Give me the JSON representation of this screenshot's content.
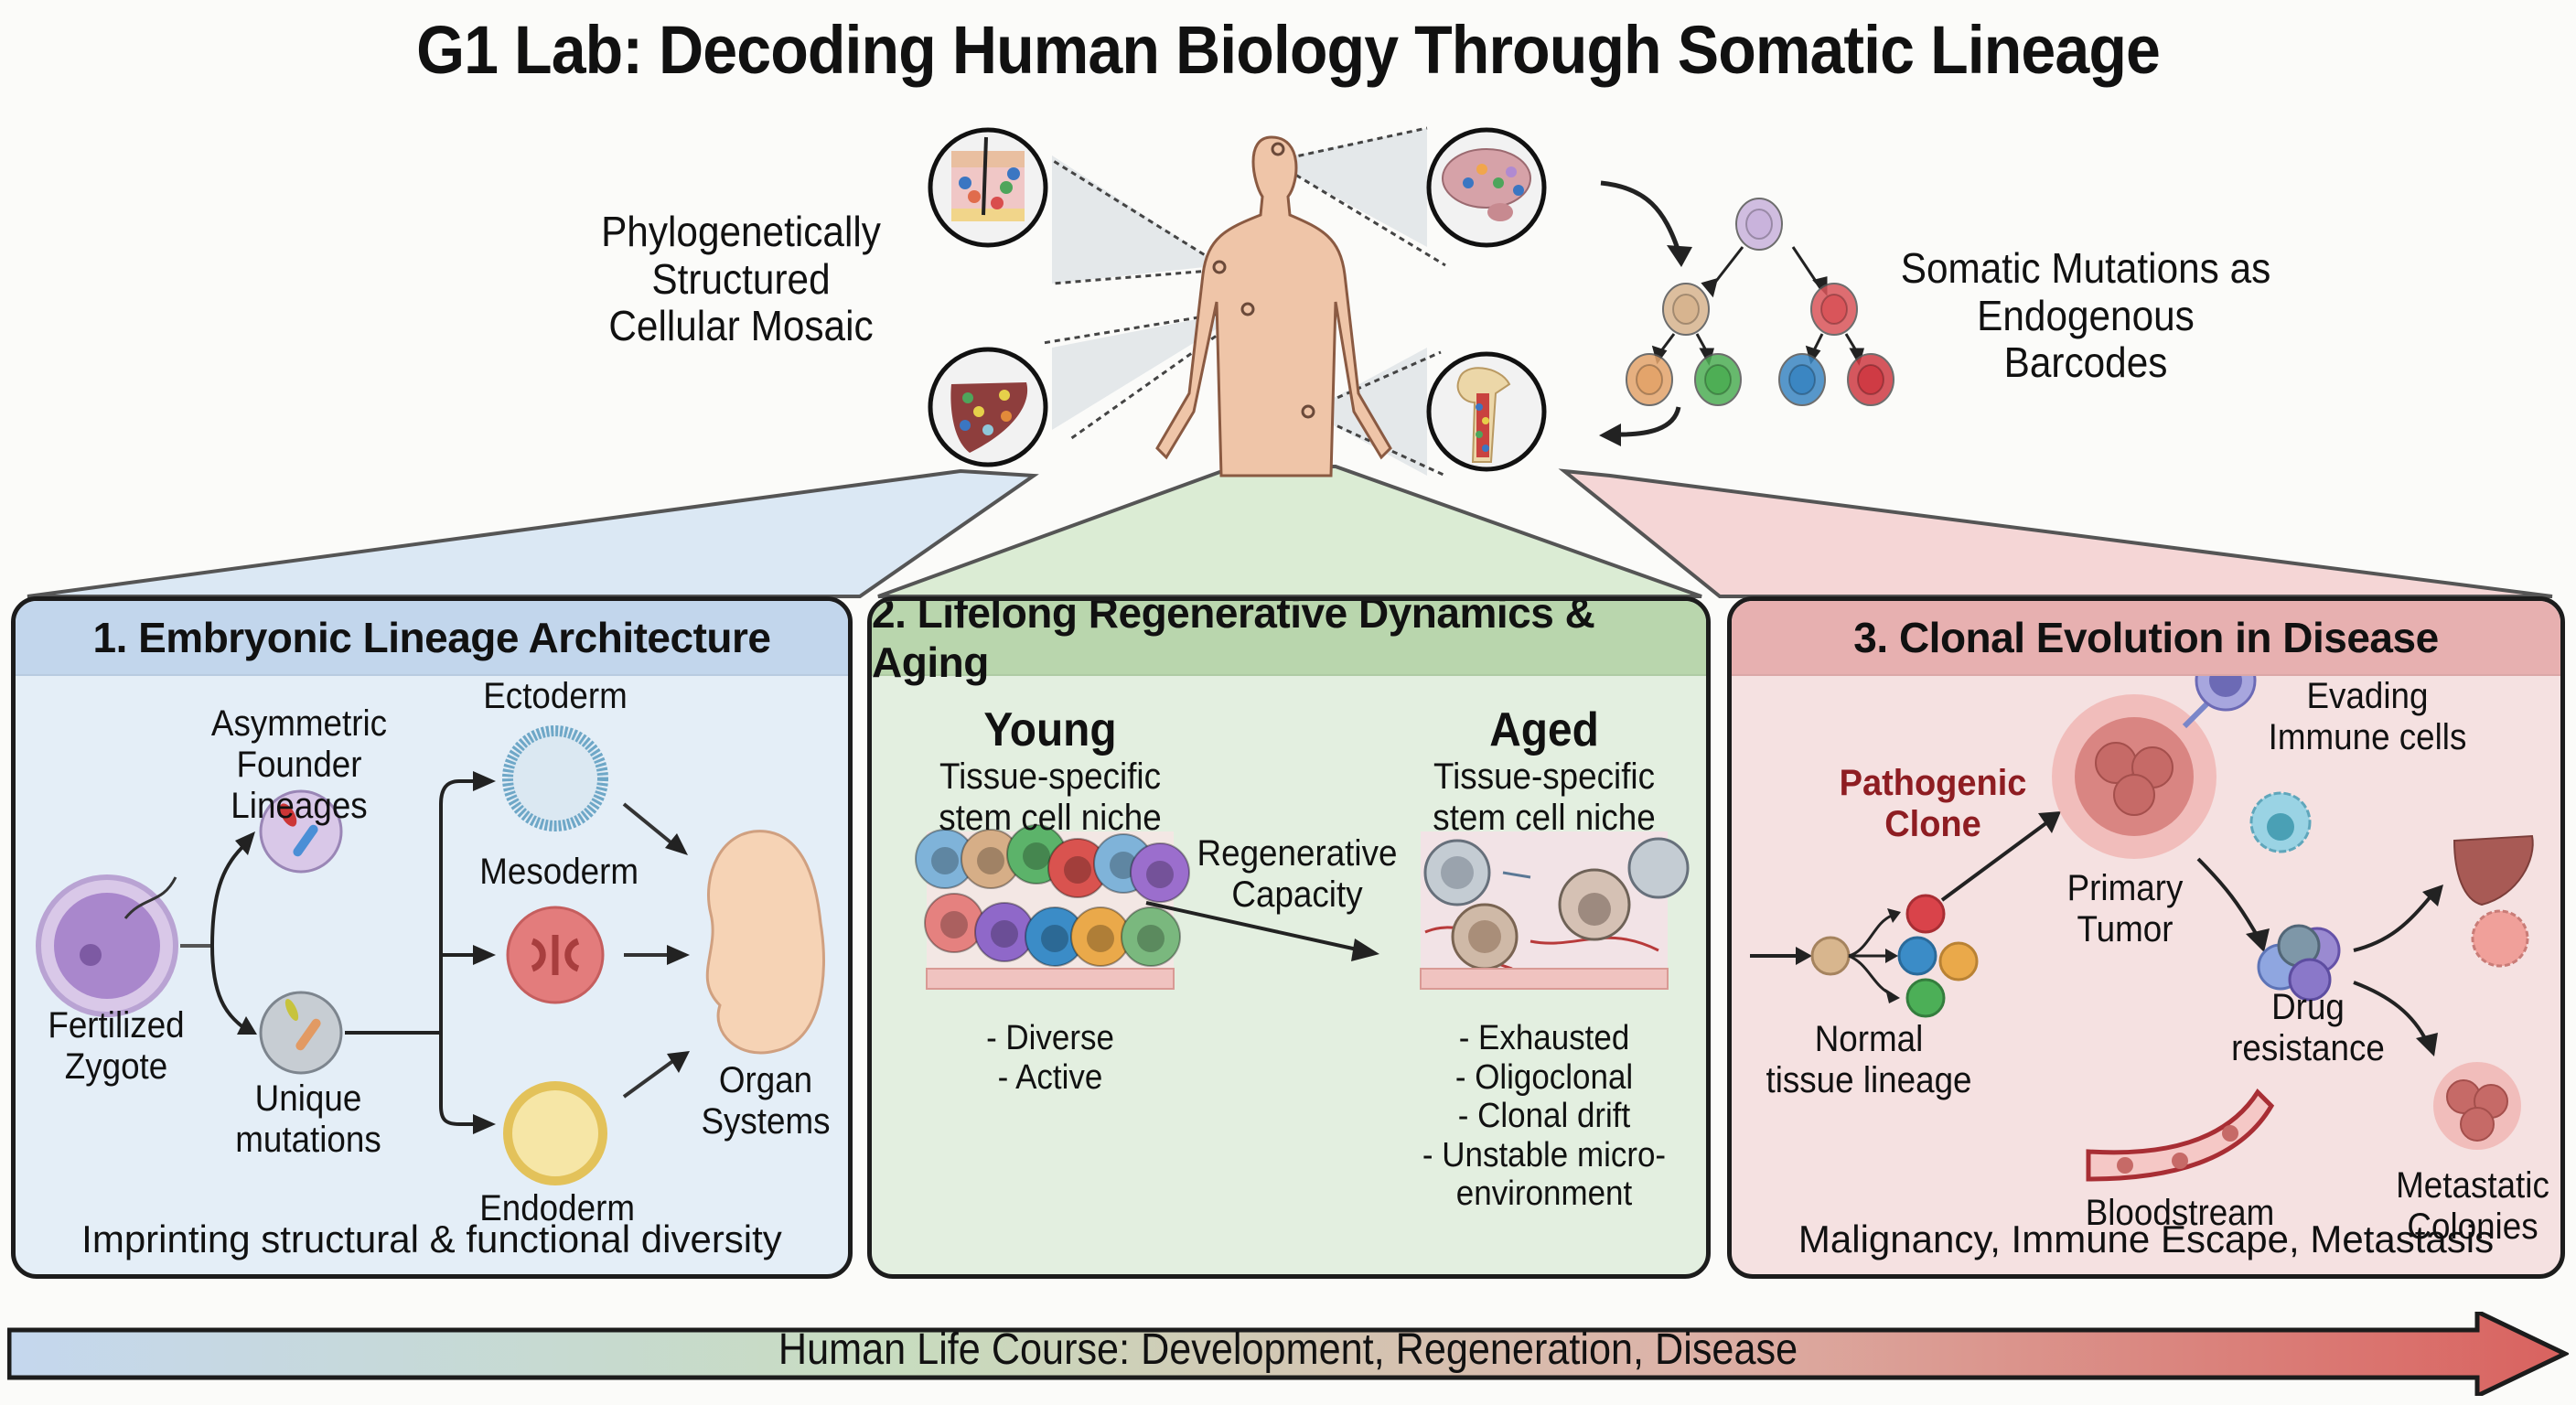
{
  "title": "G1 Lab: Decoding Human Biology Through Somatic Lineage",
  "overview": {
    "left_caption": [
      "Phylogenetically",
      "Structured",
      "Cellular Mosaic"
    ],
    "right_caption": [
      "Somatic Mutations as",
      "Endogenous Barcodes"
    ],
    "tissue_insets": [
      "skin",
      "liver",
      "brain",
      "bone-marrow"
    ],
    "lineage_tree_colors": {
      "root": "#c9b3dc",
      "level1": [
        "#d7b48f",
        "#d9555a"
      ],
      "level2": [
        "#e3a46b",
        "#4eae55",
        "#3b86c2",
        "#cf3b44"
      ]
    }
  },
  "panels": [
    {
      "id": "embryonic",
      "title": "1. Embryonic Lineage Architecture",
      "color": "#c2d6ec",
      "labels": {
        "zygote": [
          "Fertilized",
          "Zygote"
        ],
        "founder": [
          "Asymmetric",
          "Founder Lineages"
        ],
        "unique": [
          "Unique",
          "mutations"
        ],
        "ectoderm": "Ectoderm",
        "mesoderm": "Mesoderm",
        "endoderm": "Endoderm",
        "organ": [
          "Organ",
          "Systems"
        ]
      },
      "footer": "Imprinting structural & functional diversity"
    },
    {
      "id": "regenerative",
      "title": "2. Lifelong Regenerative Dynamics & Aging",
      "color": "#b9d6ad",
      "young": {
        "heading": "Young",
        "subtitle": [
          "Tissue-specific",
          "stem cell niche"
        ],
        "traits": [
          "- Diverse",
          "- Active"
        ]
      },
      "aged": {
        "heading": "Aged",
        "subtitle": [
          "Tissue-specific",
          "stem cell niche"
        ],
        "traits": [
          "- Exhausted",
          "- Oligoclonal",
          "- Clonal drift",
          "- Unstable micro-",
          "environment"
        ]
      },
      "arrow_label": [
        "Regenerative",
        "Capacity"
      ]
    },
    {
      "id": "disease",
      "title": "3. Clonal Evolution in Disease",
      "color": "#e7b0b0",
      "labels": {
        "pathogenic": [
          "Pathogenic",
          "Clone"
        ],
        "normal": [
          "Normal",
          "tissue lineage"
        ],
        "primary": [
          "Primary",
          "Tumor"
        ],
        "evading": [
          "Evading",
          "Immune cells"
        ],
        "drug": [
          "Drug",
          "resistance"
        ],
        "bloodstream": "Bloodstream",
        "metastatic": [
          "Metastatic",
          "Colonies"
        ]
      },
      "pathogenic_color": "#8e1d22",
      "footer": "Malignancy, Immune Escape, Metastasis"
    }
  ],
  "timeline": {
    "label": "Human Life Course: Development, Regeneration, Disease",
    "gradient": [
      "#c5d7ee",
      "#c8dcbf",
      "#d9625f"
    ]
  }
}
